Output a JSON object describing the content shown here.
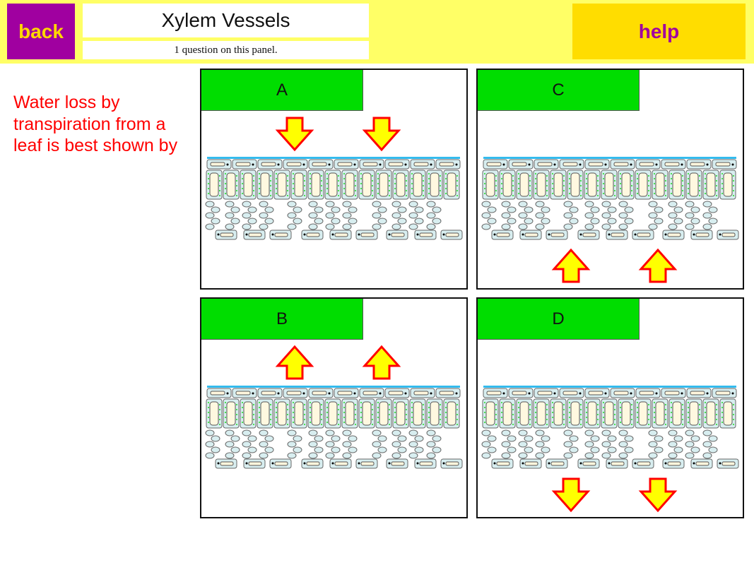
{
  "header": {
    "back_label": "back",
    "title": "Xylem Vessels",
    "subtitle": "1 question on this panel.",
    "help_label": "help"
  },
  "question": "Water loss by transpiration from a leaf is best shown by",
  "options": [
    {
      "label": "A",
      "arrows": "down-top"
    },
    {
      "label": "B",
      "arrows": "up-top"
    },
    {
      "label": "C",
      "arrows": "up-bottom"
    },
    {
      "label": "D",
      "arrows": "down-bottom"
    }
  ],
  "colors": {
    "topbar": "#ffff66",
    "back": "#a000a0",
    "help": "#ffdd00",
    "option_header": "#00dd00",
    "question": "#ff0000",
    "arrow_fill": "#ffff00",
    "arrow_stroke": "#ff0000"
  }
}
